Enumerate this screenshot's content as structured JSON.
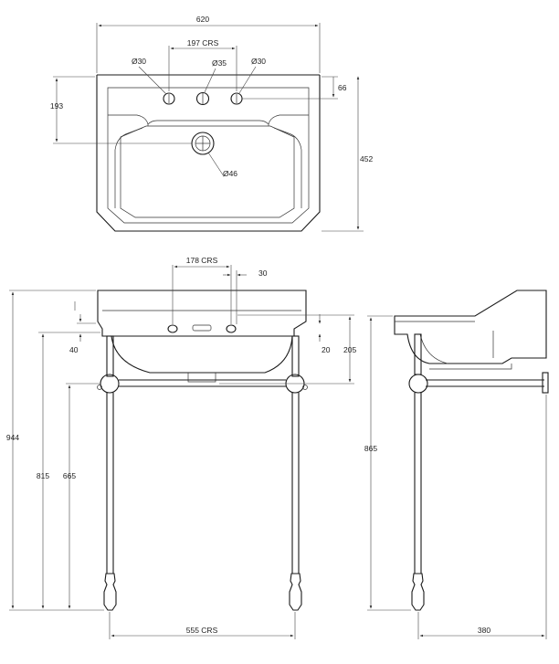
{
  "top_view": {
    "overall_width": "620",
    "tap_centres": "197 CRS",
    "tap_hole_left": "Ø30",
    "tap_hole_centre": "Ø35",
    "tap_hole_right": "Ø30",
    "waste_hole": "Ø46",
    "tap_offset": "66",
    "front_to_waste": "193",
    "overall_depth": "452"
  },
  "front_view": {
    "overflow_centres": "178 CRS",
    "overflow_size": "30",
    "overall_height": "944",
    "basin_height": "815",
    "rail_height": "665",
    "rim_offset": "40",
    "overflow_offset": "20",
    "bowl_depth": "205",
    "leg_centres": "555 CRS"
  },
  "side_view": {
    "leg_height": "865",
    "projection": "380"
  }
}
